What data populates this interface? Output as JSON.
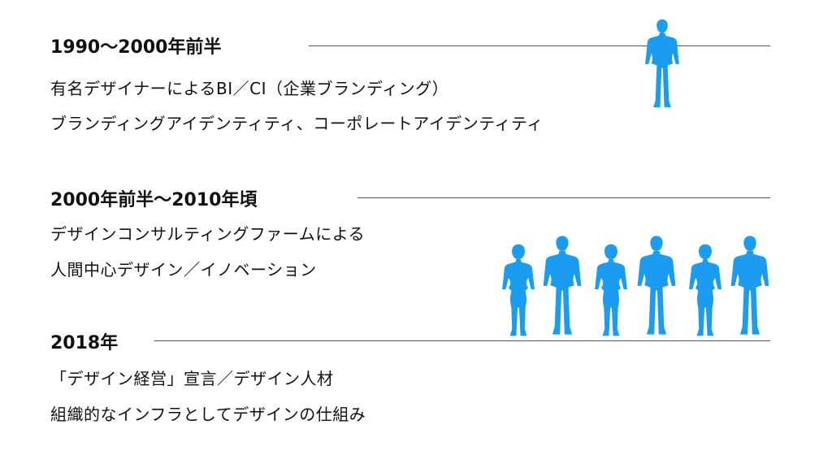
{
  "sections": [
    {
      "heading": "1990〜2000年前半",
      "lines": [
        "有名デザイナーによるBI／CI（企業ブランディング）",
        "ブランディングアイデンティティ、コーポレートアイデンティティ"
      ]
    },
    {
      "heading": "2000年前半〜2010年頃",
      "lines": [
        "デザインコンサルティングファームによる",
        "人間中心デザイン／イノベーション"
      ]
    },
    {
      "heading": "2018年",
      "lines": [
        "「デザイン経営」宣言／デザイン人材",
        "組織的なインフラとしてデザインの仕組み"
      ]
    }
  ],
  "colors": {
    "figure": "#1a9cf0",
    "rule": "#555555"
  },
  "icons": [
    "person-male-icon",
    "person-female-icon"
  ]
}
